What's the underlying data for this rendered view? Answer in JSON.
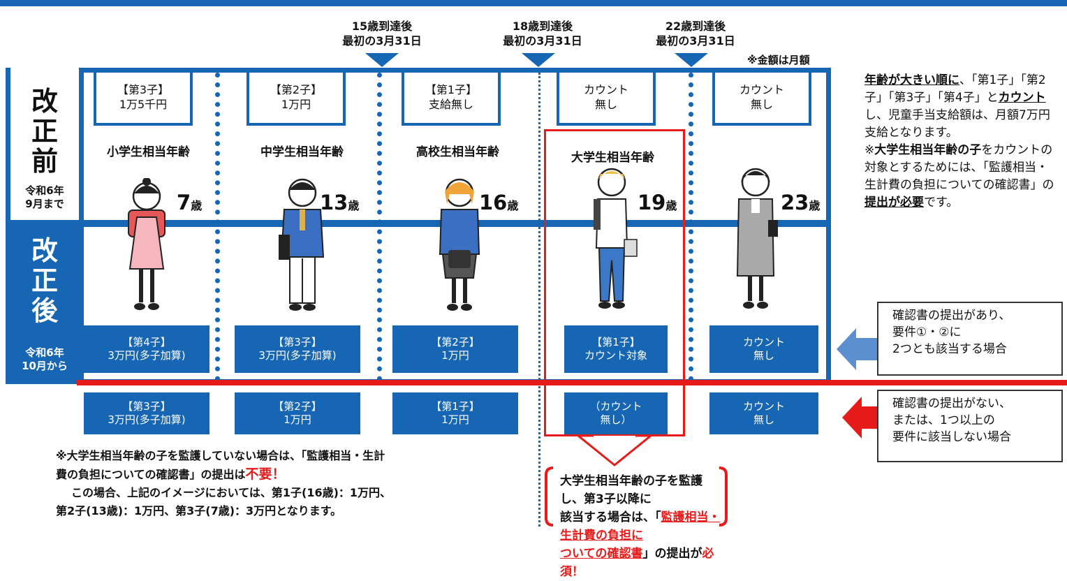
{
  "dates": [
    {
      "text": "15歳到達後\n最初の3月31日"
    },
    {
      "text": "18歳到達後\n最初の3月31日"
    },
    {
      "text": "22歳到達後\n最初の3月31日"
    }
  ],
  "amount_note": "※金額は月額",
  "before_label": {
    "chars": "改\n正\n前",
    "sub": "令和6年\n9月まで"
  },
  "after_label": {
    "chars": "改\n正\n後",
    "sub": "令和6年\n10月から"
  },
  "columns": [
    {
      "tab": "【第3子】\n1万5千円",
      "grade": "小学生相当年齢",
      "age": "7",
      "after": "【第4子】\n3万円(多子加算)",
      "alt": "【第3子】\n3万円(多子加算)"
    },
    {
      "tab": "【第2子】\n1万円",
      "grade": "中学生相当年齢",
      "age": "13",
      "after": "【第3子】\n3万円(多子加算)",
      "alt": "【第2子】\n1万円"
    },
    {
      "tab": "【第1子】\n支給無し",
      "grade": "高校生相当年齢",
      "age": "16",
      "after": "【第2子】\n1万円",
      "alt": "【第1子】\n1万円"
    },
    {
      "tab": "カウント\n無し",
      "grade": "大学生相当年齢",
      "age": "19",
      "after": "【第1子】\nカウント対象",
      "alt": "（カウント\n無し）"
    },
    {
      "tab": "カウント\n無し",
      "grade": "",
      "age": "23",
      "after": "カウント\n無し",
      "alt": "カウント\n無し"
    }
  ],
  "age_unit": "歳",
  "side_text": {
    "p1_u": "年齢が大きい順に",
    "p1_a": "、「第1子」「第2子」「第3子」「第4子」と",
    "p1_b": "カウント",
    "p1_c": "し、児童手当支給額は、月額7万円支給となります。",
    "p2_a": "※",
    "p2_b": "大学生相当年齢の子",
    "p2_c": "をカウントの対象とするためには、「監護相当・生計費の負担についての確認書」の",
    "p2_d": "提出が必要",
    "p2_e": "です。"
  },
  "box1": "確認書の提出があり、\n要件①・②に\n2つとも該当する場合",
  "box2": "確認書の提出がない、\nまたは、1つ以上の\n要件に該当しない場合",
  "note_left": {
    "l1": "※大学生相当年齢の子を監護していない場合は、「監護相当・生計",
    "l2a": "費の負担についての確認書」の提出は",
    "l2b": "不要！",
    "l3": "この場合、上記のイメージにおいては、第1子(16歳)：1万円、",
    "l4": "第2子(13歳)：1万円、第3子(7歳)：3万円となります。"
  },
  "note_right": {
    "a": "大学生相当年齢の子を監護し、第3子以降に",
    "b": "該当する場合は、「",
    "c": "監護相当・生計費の負担に",
    "d": "ついての確認書",
    "e": "」の提出が",
    "f": "必須！"
  },
  "colors": {
    "blue": "#1666b3",
    "red": "#e81b1b",
    "arrow_blue": "#5b8fd0"
  }
}
